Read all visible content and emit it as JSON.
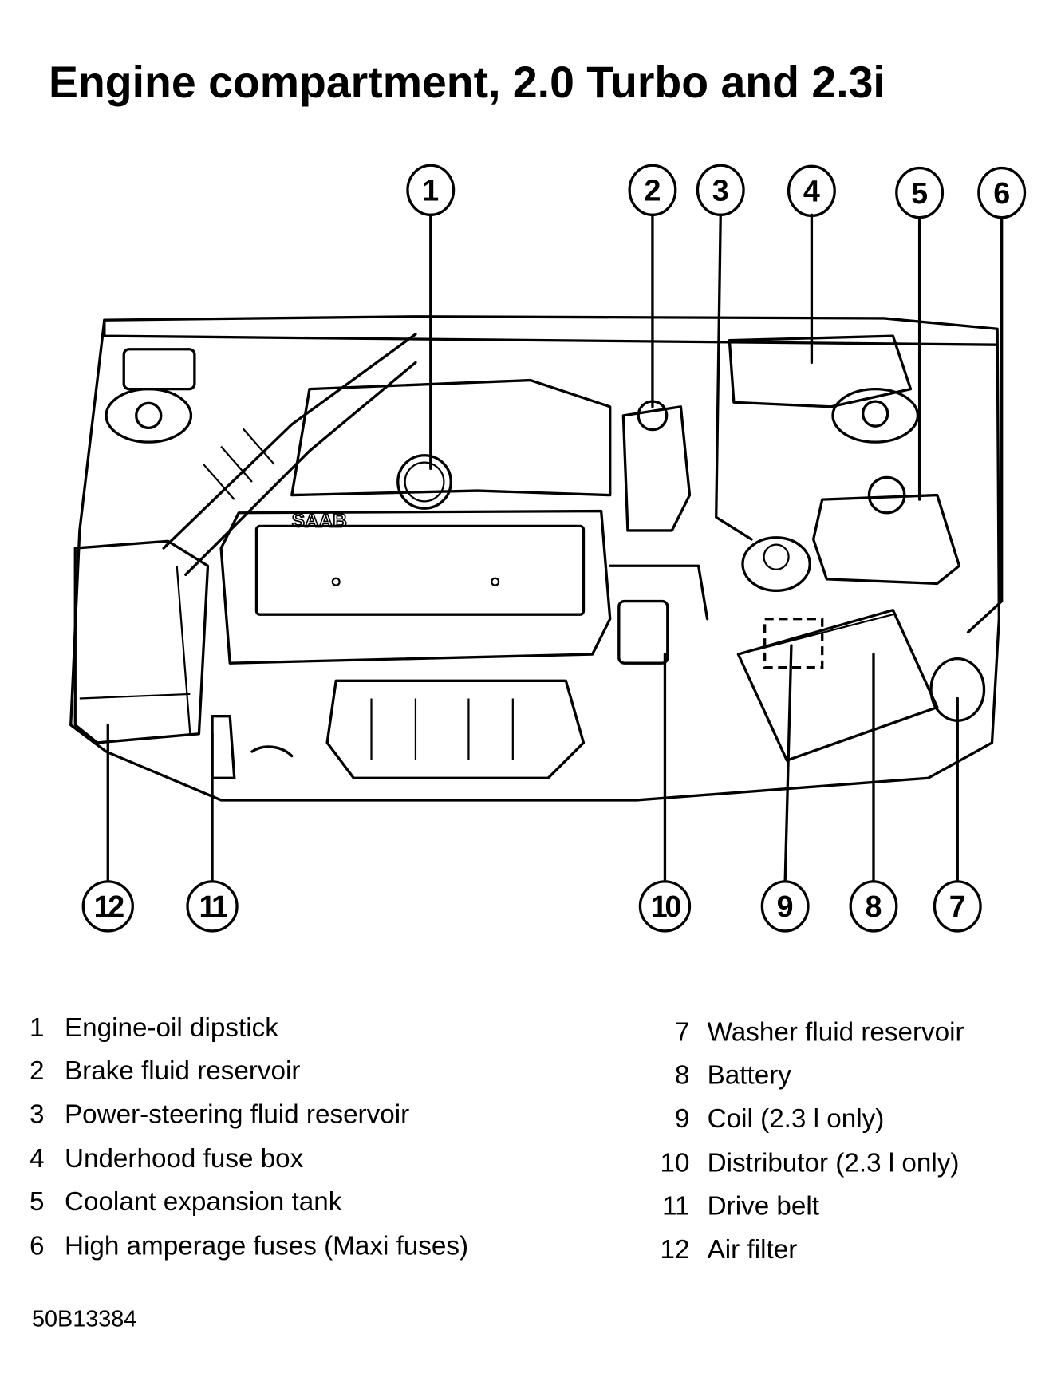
{
  "title": "Engine compartment, 2.0 Turbo and 2.3i",
  "callouts": [
    "1",
    "2",
    "3",
    "4",
    "5",
    "6",
    "7",
    "8",
    "9",
    "10",
    "11",
    "12"
  ],
  "legend": [
    {
      "num": "1",
      "label": "Engine-oil dipstick"
    },
    {
      "num": "2",
      "label": "Brake fluid reservoir"
    },
    {
      "num": "3",
      "label": "Power-steering fluid reservoir"
    },
    {
      "num": "4",
      "label": "Underhood fuse box"
    },
    {
      "num": "5",
      "label": "Coolant expansion tank"
    },
    {
      "num": "6",
      "label": "High amperage fuses (Maxi fuses)"
    },
    {
      "num": "7",
      "label": "Washer fluid reservoir"
    },
    {
      "num": "8",
      "label": "Battery"
    },
    {
      "num": "9",
      "label": "Coil (2.3 l only)"
    },
    {
      "num": "10",
      "label": "Distributor (2.3 l only)"
    },
    {
      "num": "11",
      "label": "Drive belt"
    },
    {
      "num": "12",
      "label": "Air filter"
    }
  ],
  "figure_id": "50B13384",
  "logo_text": "SAAB"
}
